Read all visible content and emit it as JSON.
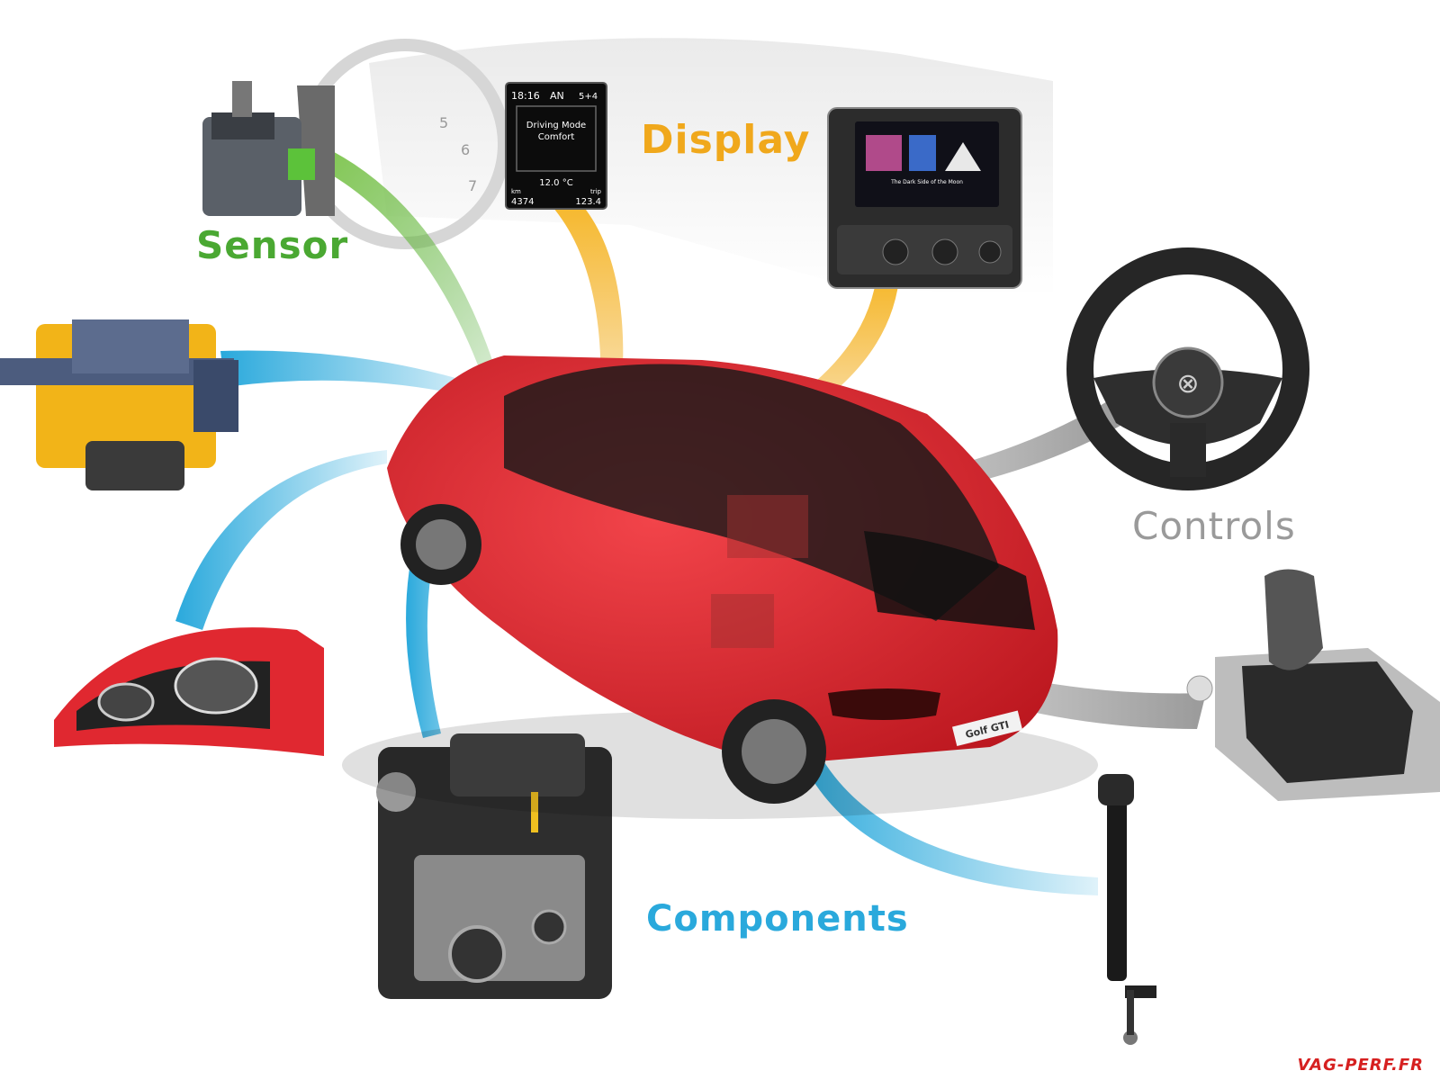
{
  "labels": {
    "sensor": "Sensor",
    "display": "Display",
    "controls": "Controls",
    "components": "Components"
  },
  "cluster": {
    "time": "18:16",
    "gear": "AN",
    "gear_right": "5+4",
    "mode_line1": "Driving Mode",
    "mode_line2": "Comfort",
    "temp": "12.0 °C",
    "km_label": "km",
    "km_value": "4374",
    "trip_label": "trip",
    "trip_value": "123.4",
    "dial_5": "5",
    "dial_6": "6",
    "dial_7": "7"
  },
  "infotainment": {
    "song": "The Dark Side of the Moon"
  },
  "badge": "Golf GTI",
  "watermark": "VAG-PERF.FR",
  "colors": {
    "sensor": "#4aa832",
    "display": "#f0a81c",
    "controls": "#9a9a9a",
    "components": "#2aa9dc",
    "car_red": "#e0242c"
  }
}
